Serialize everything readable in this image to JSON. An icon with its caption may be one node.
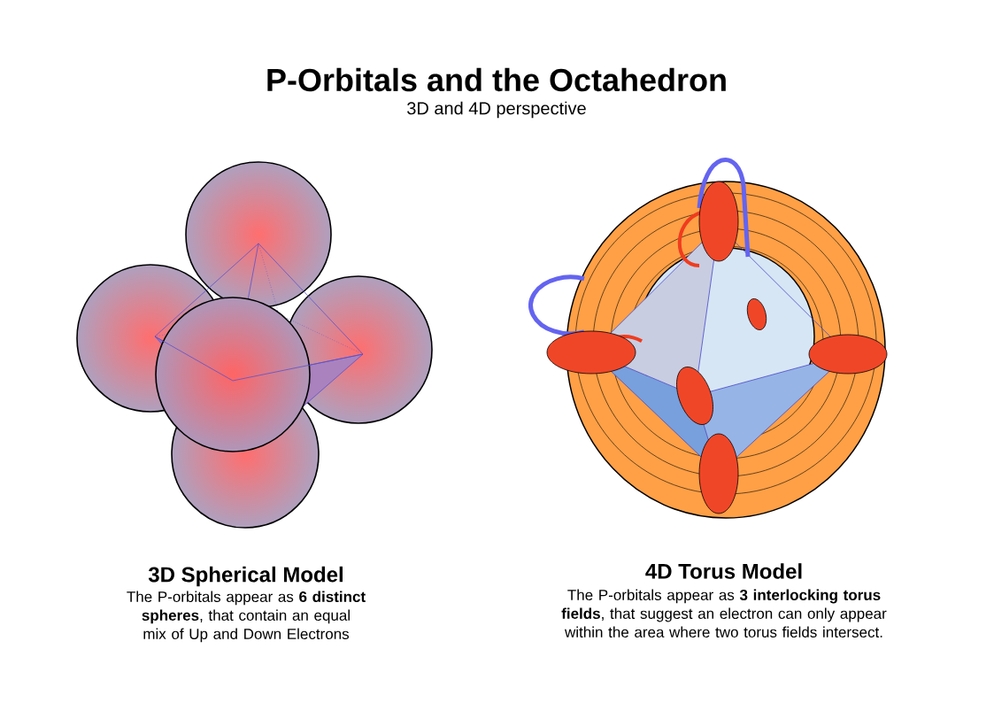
{
  "diagram": {
    "title": "P-Orbitals and the Octahedron",
    "labels": [
      "3D and 4D perspective",
      "3D Spherical Model",
      "The P-orbitals appear as **6 distinct spheres**, that contain an equal mix of Up and Down Electrons",
      "4D Torus Model",
      "The P-orbitals appear as **3 interlocking torus fields**, that suggest an electron can only appear within the area where two torus fields intersect."
    ]
  }
}
